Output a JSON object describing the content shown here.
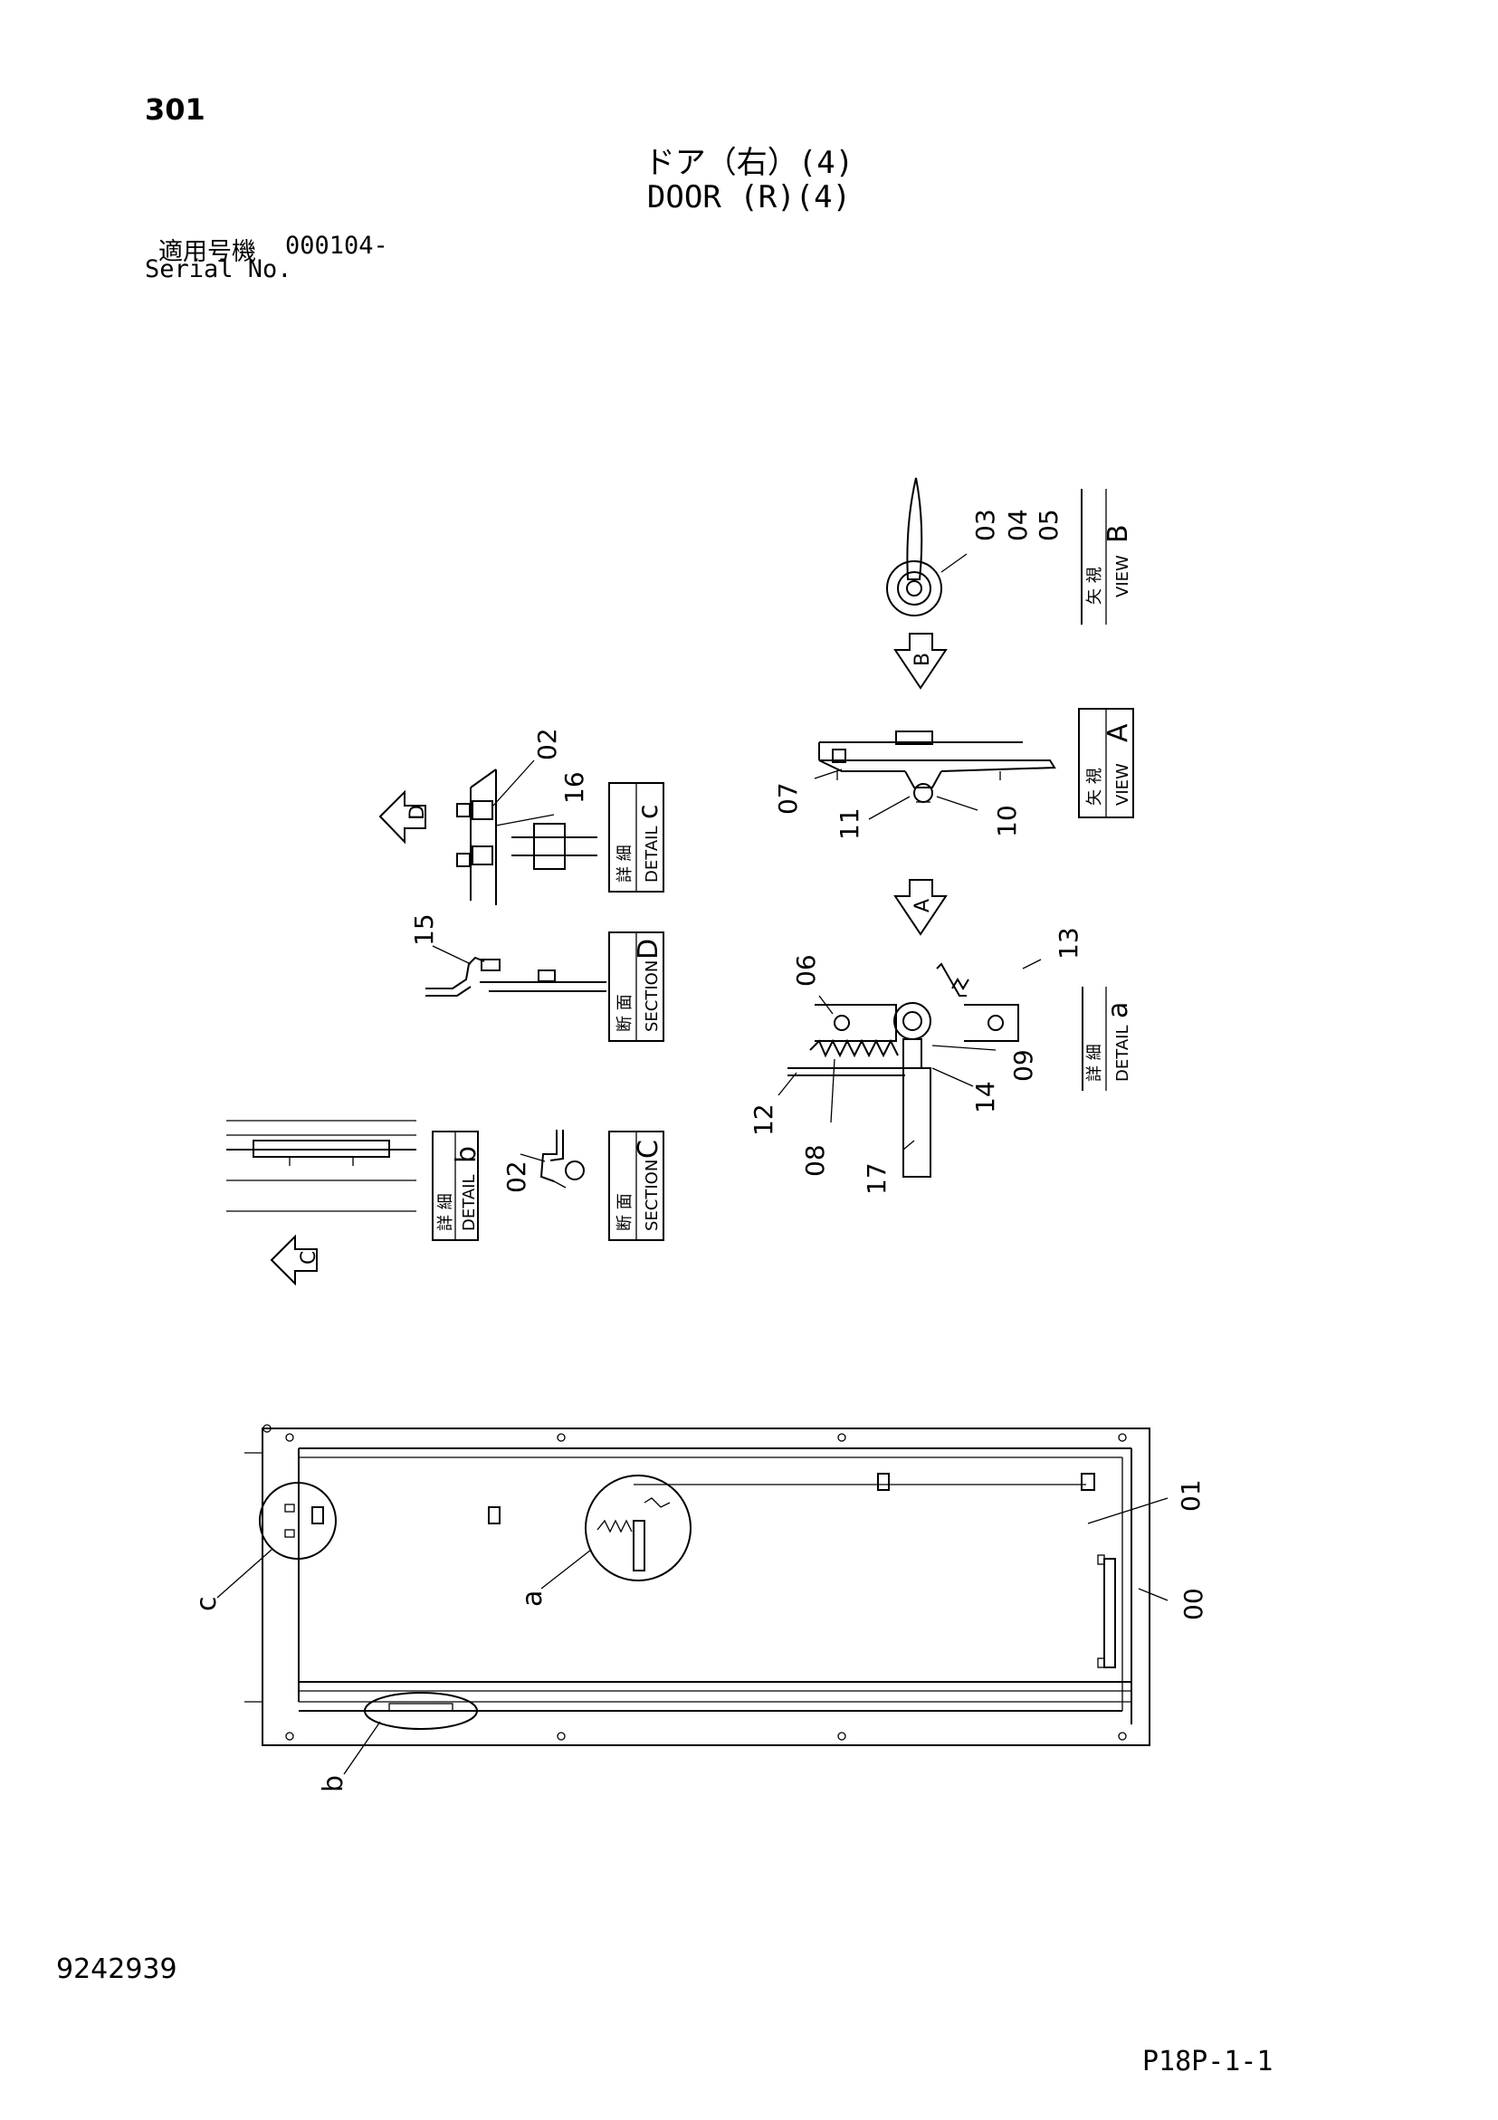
{
  "header": {
    "page_number": "301",
    "title_jp": "ドア（右）(4)",
    "title_en": "DOOR (R)(4)",
    "serial_label_jp": "適用号機",
    "serial_value": "000104-",
    "serial_label_en": "Serial No."
  },
  "footer": {
    "document_number": "9242939",
    "page_code": "P18P-1-1"
  },
  "views": {
    "view_b": {
      "jp": "矢 視",
      "en": "VIEW",
      "letter": "B"
    },
    "view_a": {
      "jp": "矢 視",
      "en": "VIEW",
      "letter": "A"
    },
    "detail_c": {
      "jp": "詳 細",
      "en": "DETAIL",
      "letter": "c"
    },
    "section_d": {
      "jp": "断 面",
      "en": "SECTION",
      "letter": "D"
    },
    "detail_a": {
      "jp": "詳 細",
      "en": "DETAIL",
      "letter": "a"
    },
    "detail_b": {
      "jp": "詳 細",
      "en": "DETAIL",
      "letter": "b"
    },
    "section_c": {
      "jp": "断 面",
      "en": "SECTION",
      "letter": "C"
    }
  },
  "arrows": {
    "b": "B",
    "a": "A",
    "d": "D",
    "c": "C"
  },
  "part_callouts": {
    "p00": "00",
    "p01": "01",
    "p02a": "02",
    "p02b": "02",
    "p03": "03",
    "p04": "04",
    "p05": "05",
    "p06": "06",
    "p07": "07",
    "p08": "08",
    "p09": "09",
    "p10": "10",
    "p11": "11",
    "p12": "12",
    "p13": "13",
    "p14": "14",
    "p15": "15",
    "p16": "16",
    "p17": "17"
  },
  "detail_callouts": {
    "a": "a",
    "b": "b",
    "c": "c"
  }
}
